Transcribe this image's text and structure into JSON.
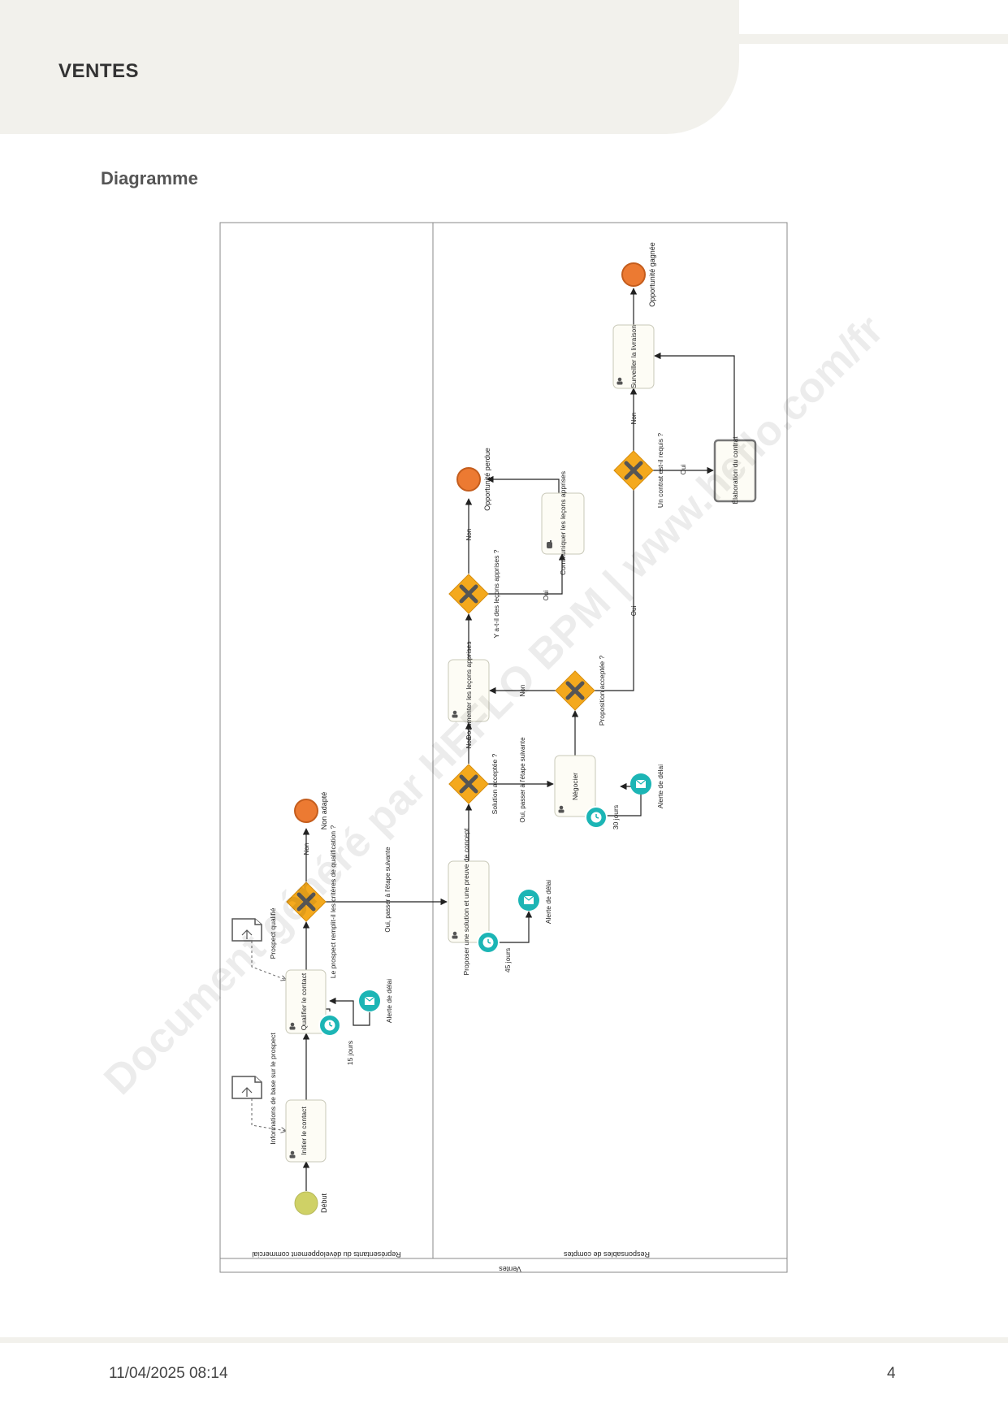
{
  "header": {
    "title": "VENTES"
  },
  "section": {
    "title": "Diagramme"
  },
  "footer": {
    "date": "11/04/2025 08:14",
    "page": "4"
  },
  "diagram": {
    "pool": "Ventes",
    "lanes": [
      "Représentants du développement commercial",
      "Responsables de comptes"
    ],
    "events": {
      "start": "Début",
      "end_unfit": "Non adapté",
      "end_lost": "Opportunité perdue",
      "end_won": "Opportunité gagnée"
    },
    "tasks": {
      "initiate": "Initier le contact",
      "qualify": "Qualifier le contact",
      "propose": "Proposer une solution et une preuve de concept",
      "negotiate": "Négocier",
      "document": "Documenter les leçons apprises",
      "communicate": "Communiquer les leçons apprises",
      "contract": "Élaboration du contrat",
      "monitor": "Surveiller la livraison"
    },
    "gateways": {
      "criteria": "Le prospect remplit-il les critères de qualification ?",
      "solution": "Solution acceptée ?",
      "proposal": "Proposition acceptée ?",
      "lessons": "Y a-t-il des leçons apprises ?",
      "contract_needed": "Un contrat est-il requis ?"
    },
    "data_objects": {
      "basic_info": "Informations de base sur le prospect",
      "qualified": "Prospect qualifié"
    },
    "timers": {
      "t15": "15 jours",
      "t45": "45 jours",
      "t30": "30 jours",
      "alert": "Alerte de délai"
    },
    "flow_labels": {
      "non": "Non",
      "oui": "Oui",
      "next_step": "Oui, passer à l'étape suivante"
    },
    "watermark": "Document généré par HEFLO BPM | www.heflo.com/fr"
  }
}
